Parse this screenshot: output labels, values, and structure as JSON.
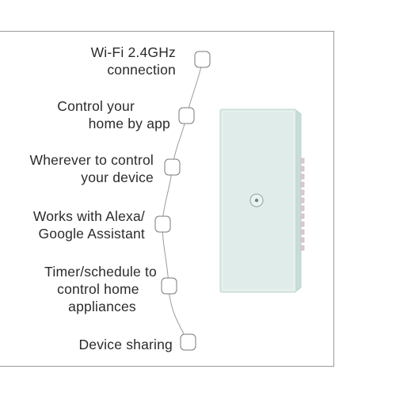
{
  "features": [
    {
      "lines": [
        "Wi-Fi 2.4GHz",
        "connection"
      ],
      "icon": "rounded-square-icon"
    },
    {
      "lines": [
        "Control your",
        "home by app"
      ],
      "icon": "rounded-square-icon"
    },
    {
      "lines": [
        "Wherever to control",
        "your device"
      ],
      "icon": "rounded-square-icon"
    },
    {
      "lines": [
        "Works with Alexa/",
        "Google Assistant"
      ],
      "icon": "rounded-square-icon"
    },
    {
      "lines": [
        "Timer/schedule to",
        "control home",
        "appliances"
      ],
      "icon": "rounded-square-icon"
    },
    {
      "lines": [
        "Device sharing"
      ],
      "icon": "rounded-square-icon"
    }
  ],
  "product": {
    "panel_color": "#dfece9",
    "edge_color": "#c9dcd8",
    "clip_color": "#e3c8d2",
    "button_icon": "power-button-icon"
  }
}
